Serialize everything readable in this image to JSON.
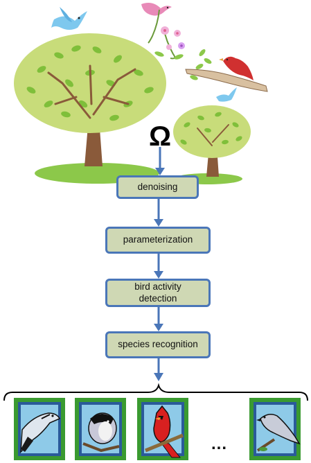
{
  "pipeline": {
    "stages": [
      {
        "label": "denoising"
      },
      {
        "label": "parameterization"
      },
      {
        "label": "bird activity\ndetection"
      },
      {
        "label": "species recognition"
      }
    ],
    "input_symbol": "Ω",
    "ellipsis": "...",
    "species_images": [
      "blue-jay-icon",
      "chickadee-icon",
      "cardinal-icon",
      "mockingbird-icon"
    ]
  },
  "colors": {
    "box_fill": "#cfd8b4",
    "box_border": "#4a76b8",
    "arrow": "#4a76b8",
    "tree_canopy": "#c8dc7a",
    "tree_trunk": "#8a5a3a",
    "ground": "#8cc84a",
    "frame_green": "#3a9a30",
    "frame_blue": "#1e5ea8"
  }
}
